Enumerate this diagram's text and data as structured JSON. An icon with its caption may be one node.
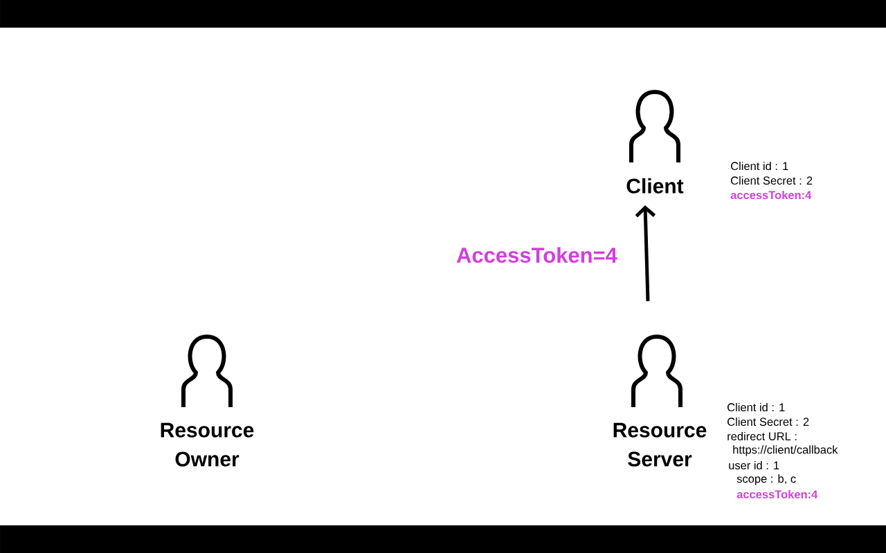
{
  "diagram": {
    "nodes": [
      {
        "text": [
          "Client"
        ],
        "beside": [
          "Client id : 1",
          "Client Secret : 2",
          "accessToken:4"
        ]
      },
      {
        "text": [
          "Resource Owner"
        ]
      },
      {
        "text": [
          "Resource Server"
        ],
        "beside": [
          "Client id : 1",
          "Client Secret : 2",
          "redirect URL :",
          "https://client/callback",
          "user id : 1",
          "scope : b, c",
          "accessToken:4"
        ]
      }
    ],
    "edges": [
      {
        "from": 2,
        "to": 0,
        "arrow": "to",
        "label": "AccessToken=4"
      }
    ]
  }
}
